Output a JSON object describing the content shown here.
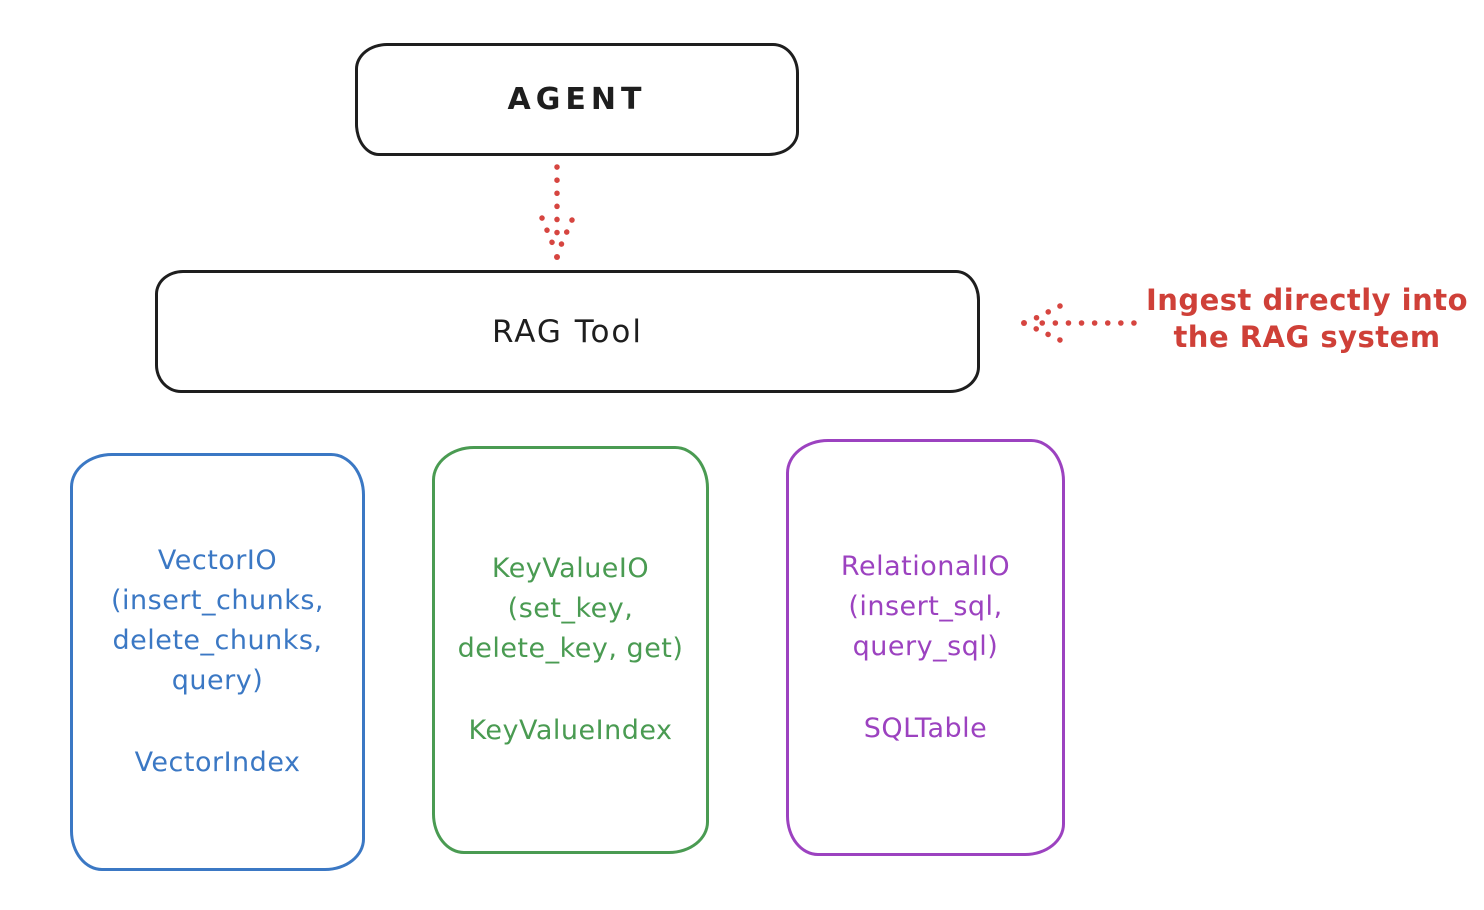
{
  "colors": {
    "ink": "#1e1e1e",
    "red": "#d64540",
    "red_text": "#cf4038",
    "blue": "#3b78c4",
    "green": "#4a9b52",
    "purple": "#9c42c0",
    "background": "#ffffff"
  },
  "agent": {
    "label": "AGENT"
  },
  "rag_tool": {
    "label": "RAG Tool"
  },
  "annotation": {
    "text": "Ingest directly into\nthe RAG system"
  },
  "arrows": [
    {
      "name": "agent-to-ragtool-arrow",
      "style": "dotted",
      "direction": "down"
    },
    {
      "name": "ingest-arrow",
      "style": "dotted",
      "direction": "left"
    }
  ],
  "io_boxes": [
    {
      "id": "vector-io",
      "color": "#3b78c4",
      "body": "VectorIO\n(insert_chunks,\ndelete_chunks,\nquery)",
      "index": "VectorIndex"
    },
    {
      "id": "keyvalue-io",
      "color": "#4a9b52",
      "body": "KeyValueIO\n(set_key,\ndelete_key, get)",
      "index": "KeyValueIndex"
    },
    {
      "id": "relational-io",
      "color": "#9c42c0",
      "body": "RelationalIO\n(insert_sql,\nquery_sql)",
      "index": "SQLTable"
    }
  ]
}
